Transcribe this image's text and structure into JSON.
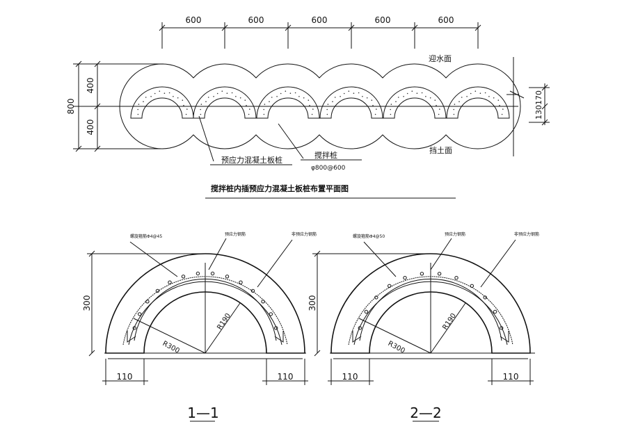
{
  "plan": {
    "dims_top": [
      "600",
      "600",
      "600",
      "600",
      "600"
    ],
    "dim_left_total": "800",
    "dim_left_upper": "400",
    "dim_left_lower": "400",
    "dim_right": "130170",
    "label_water_face": "迎水面",
    "label_soil_face": "挡土面",
    "label_slab_pile": "预应力混凝土板桩",
    "label_mix_pile": "搅拌桩",
    "label_mix_pile_spec": "φ800@600",
    "title": "搅拌桩内插预应力混凝土板桩布置平面图"
  },
  "section1": {
    "callout_a": "螺旋箍筋Φ4@45",
    "callout_b": "预应力钢筋",
    "callout_c": "非预应力钢筋",
    "dim_height": "300",
    "dim_left": "110",
    "dim_right": "110",
    "r_outer": "R300",
    "r_inner": "R190",
    "title": "1—1"
  },
  "section2": {
    "callout_a": "螺旋箍筋Φ4@50",
    "callout_b": "预应力钢筋",
    "callout_c": "非预应力钢筋",
    "dim_height": "300",
    "dim_left": "110",
    "dim_right": "110",
    "r_outer": "R300",
    "r_inner": "R190",
    "title": "2—2"
  }
}
